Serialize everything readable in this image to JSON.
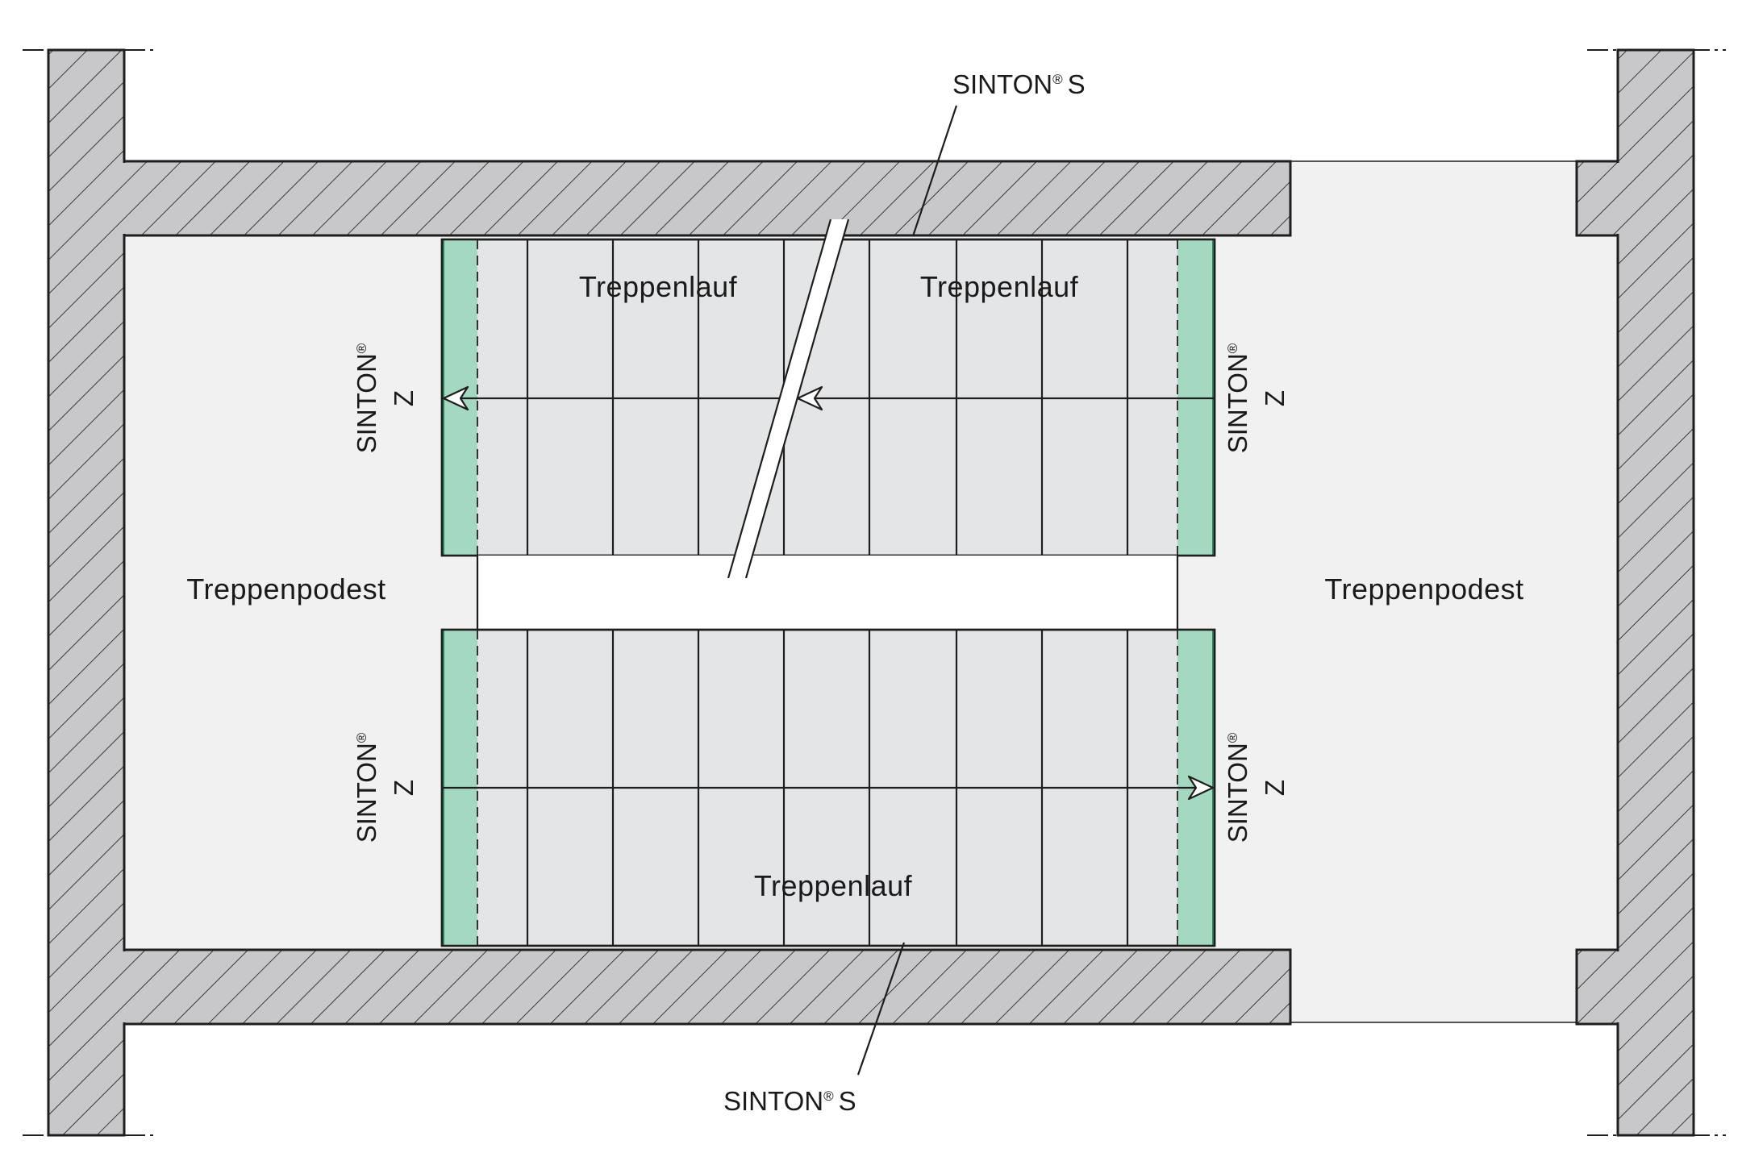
{
  "labels": {
    "flight_top_left": "Treppenlauf",
    "flight_top_right": "Treppenlauf",
    "flight_bottom": "Treppenlauf",
    "landing_left": "Treppenpodest",
    "landing_right": "Treppenpodest",
    "callout_top": {
      "text": "SINTON",
      "mark": "®",
      "suffix": "S"
    },
    "callout_bottom": {
      "text": "SINTON",
      "mark": "®",
      "suffix": "S"
    },
    "bearing_top_left": {
      "text": "SINTON",
      "mark": "®",
      "suffix": "Z"
    },
    "bearing_top_right": {
      "text": "SINTON",
      "mark": "®",
      "suffix": "Z"
    },
    "bearing_bottom_left": {
      "text": "SINTON",
      "mark": "®",
      "suffix": "Z"
    },
    "bearing_bottom_right": {
      "text": "SINTON",
      "mark": "®",
      "suffix": "Z"
    }
  },
  "colors": {
    "wall_fill": "#c8c8ca",
    "wall_hatch": "#3a3a3a",
    "landing_fill": "#f1f1f1",
    "stair_fill": "#e4e5e7",
    "bearing_fill": "#a4d8c0",
    "bearing_edge": "#2e8a5e",
    "line": "#1e1e1e"
  },
  "icons": {
    "direction_arrow": "open-arrowhead",
    "break_line": "break-line",
    "axis_line": "dash-dot-axis"
  }
}
